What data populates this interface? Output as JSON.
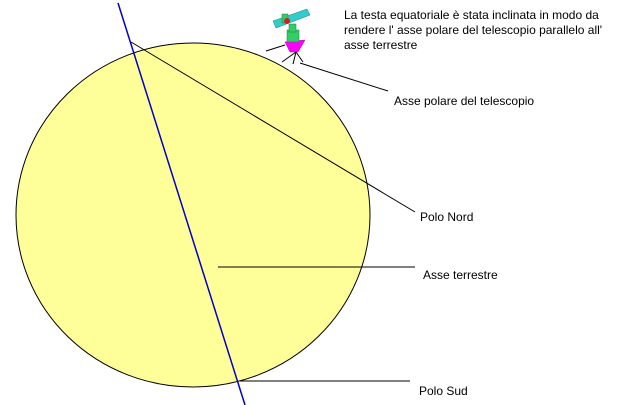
{
  "caption": {
    "lines": [
      "La testa equatoriale è stata inclinata in modo da",
      "rendere l' asse polare del telescopio parallelo all'",
      "asse terrestre"
    ]
  },
  "labels": {
    "telescope_polar_axis": "Asse polare del telescopio",
    "north_pole": "Polo Nord",
    "earth_axis": "Asse terrestre",
    "south_pole": "Polo Sud"
  },
  "colors": {
    "earth_fill": "#ffff99",
    "earth_stroke": "#000000",
    "axis_line": "#0000cc",
    "leader_line": "#000000",
    "telescope_green": "#33cc66",
    "telescope_cyan": "#33cccc",
    "telescope_magenta": "#ff00ff",
    "telescope_red": "#cc2222"
  }
}
